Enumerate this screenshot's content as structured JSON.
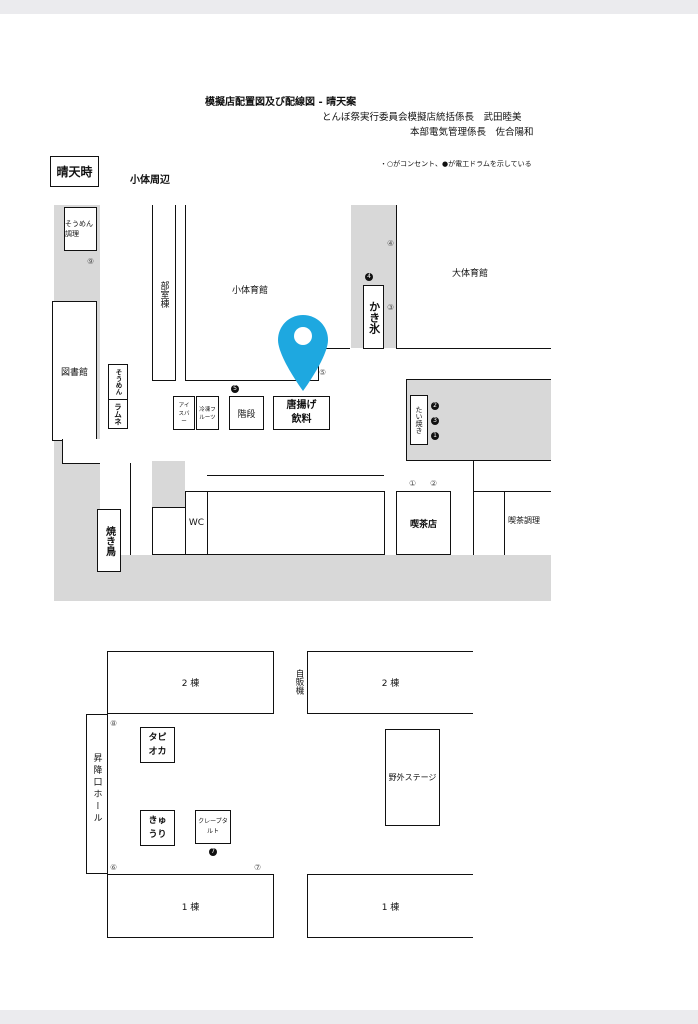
{
  "header": {
    "title": "模擬店配置図及び配線図 - 晴天案",
    "line1": "とんぼ祭実行委員会模擬店統括係長　武田睦美",
    "line2": "本部電気管理係長　佐合陽和",
    "legend": "・○がコンセント、●が電工ドラムを示している",
    "weather_label": "晴天時",
    "area_label": "小体周辺"
  },
  "map_top": {
    "somen_cook": "そうめん調理",
    "bushitsu": "部室棟",
    "kotaiikukan": "小体育館",
    "daitaiikukan": "大体育館",
    "kakigori": "かき氷",
    "toshokan": "図書館",
    "somen_stall": "そうめん",
    "ramune": "ラムネ",
    "ice_bar": "アイスバー",
    "frozen_fruit": "冷凍フルーツ",
    "kaidan": "階段",
    "karaage": "唐揚げ",
    "inryo": "飲料",
    "taiyaki": "たい焼き",
    "wc": "WC",
    "kissaten": "喫茶店",
    "kissa_cook": "喫茶調理",
    "yakitori": "焼き鳥"
  },
  "map_bottom": {
    "building2_left": "2 棟",
    "building2_right": "2 棟",
    "vending": "自販機",
    "shokoguchi": "昇降口ホール",
    "tapioca": "タピオカ",
    "yagai_stage": "野外ステージ",
    "kyuri": "きゅうり",
    "crepe": "クレープタルト",
    "building1_left": "1 棟",
    "building1_right": "1 棟"
  },
  "markers": {
    "outlets": [
      "①",
      "②",
      "③",
      "④",
      "⑤",
      "⑥",
      "⑦",
      "⑧",
      "⑨"
    ],
    "drums": [
      "1",
      "2",
      "3",
      "4",
      "5",
      "7"
    ]
  },
  "location_pin": {
    "color": "#1ea8e0",
    "icon": "map-pin-icon"
  }
}
